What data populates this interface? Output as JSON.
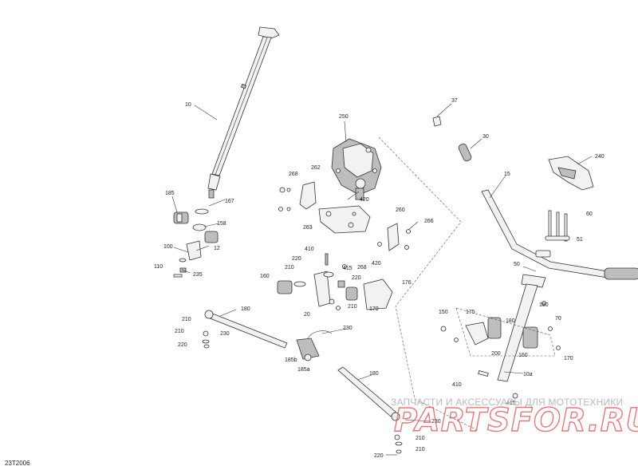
{
  "diagram": {
    "code": "23T2006",
    "watermark": {
      "caption": "ЗАПЧАСТИ И АКСЕССУАРЫ ДЛЯ МОТОТЕХНИКИ",
      "logo": "PARTSFOR.RU"
    },
    "callouts": [
      "10",
      "250",
      "37",
      "30",
      "240",
      "15",
      "268",
      "262",
      "420",
      "260",
      "266",
      "263",
      "185",
      "167",
      "158",
      "100",
      "12",
      "110",
      "235",
      "410",
      "220",
      "210",
      "415",
      "268",
      "420",
      "220",
      "176",
      "160",
      "20",
      "210",
      "170",
      "60",
      "51",
      "50",
      "150",
      "175",
      "180",
      "70",
      "180",
      "200",
      "160",
      "170",
      "180",
      "210",
      "230",
      "210",
      "220",
      "185b",
      "185a",
      "230",
      "180",
      "410",
      "10a",
      "415",
      "230",
      "210",
      "220",
      "210"
    ]
  }
}
